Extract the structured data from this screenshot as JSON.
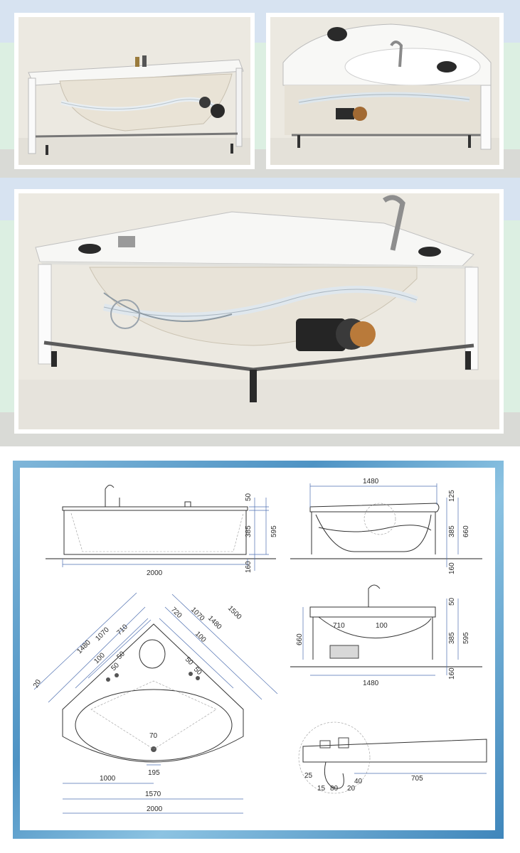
{
  "colors": {
    "band_top": "#d7e3f1",
    "band_mid": "#dcefe2",
    "band_low": "#d9dad6",
    "frame_blue": "#4e93c4",
    "dimension_line": "#4e6fb0"
  },
  "photos": [
    {
      "name": "Tub side view with exposed plumbing"
    },
    {
      "name": "Tub angled view showing jets and faucet"
    },
    {
      "name": "Tub large view with pump and frame"
    }
  ],
  "drawing": {
    "front_view": {
      "width": "2000",
      "heights": [
        "50",
        "385",
        "595",
        "160"
      ]
    },
    "side_view": {
      "width": "1480",
      "heights": [
        "125",
        "385",
        "660",
        "160"
      ]
    },
    "top_view": {
      "diag_left": [
        "1480",
        "1070",
        "710",
        "100"
      ],
      "diag_right": [
        "720",
        "1070",
        "1480",
        "1500",
        "100"
      ],
      "small": [
        "50",
        "50",
        "50",
        "50"
      ],
      "edge": "20",
      "inner": [
        "70",
        "195",
        "1000",
        "1570",
        "2000"
      ]
    },
    "section_view": {
      "width": "1480",
      "left_height": "660",
      "right_heights": [
        "50",
        "385",
        "595",
        "160"
      ],
      "inner": [
        "710",
        "100"
      ]
    },
    "detail_view": {
      "values": [
        "705",
        "25",
        "40",
        "15",
        "80",
        "20"
      ]
    }
  }
}
